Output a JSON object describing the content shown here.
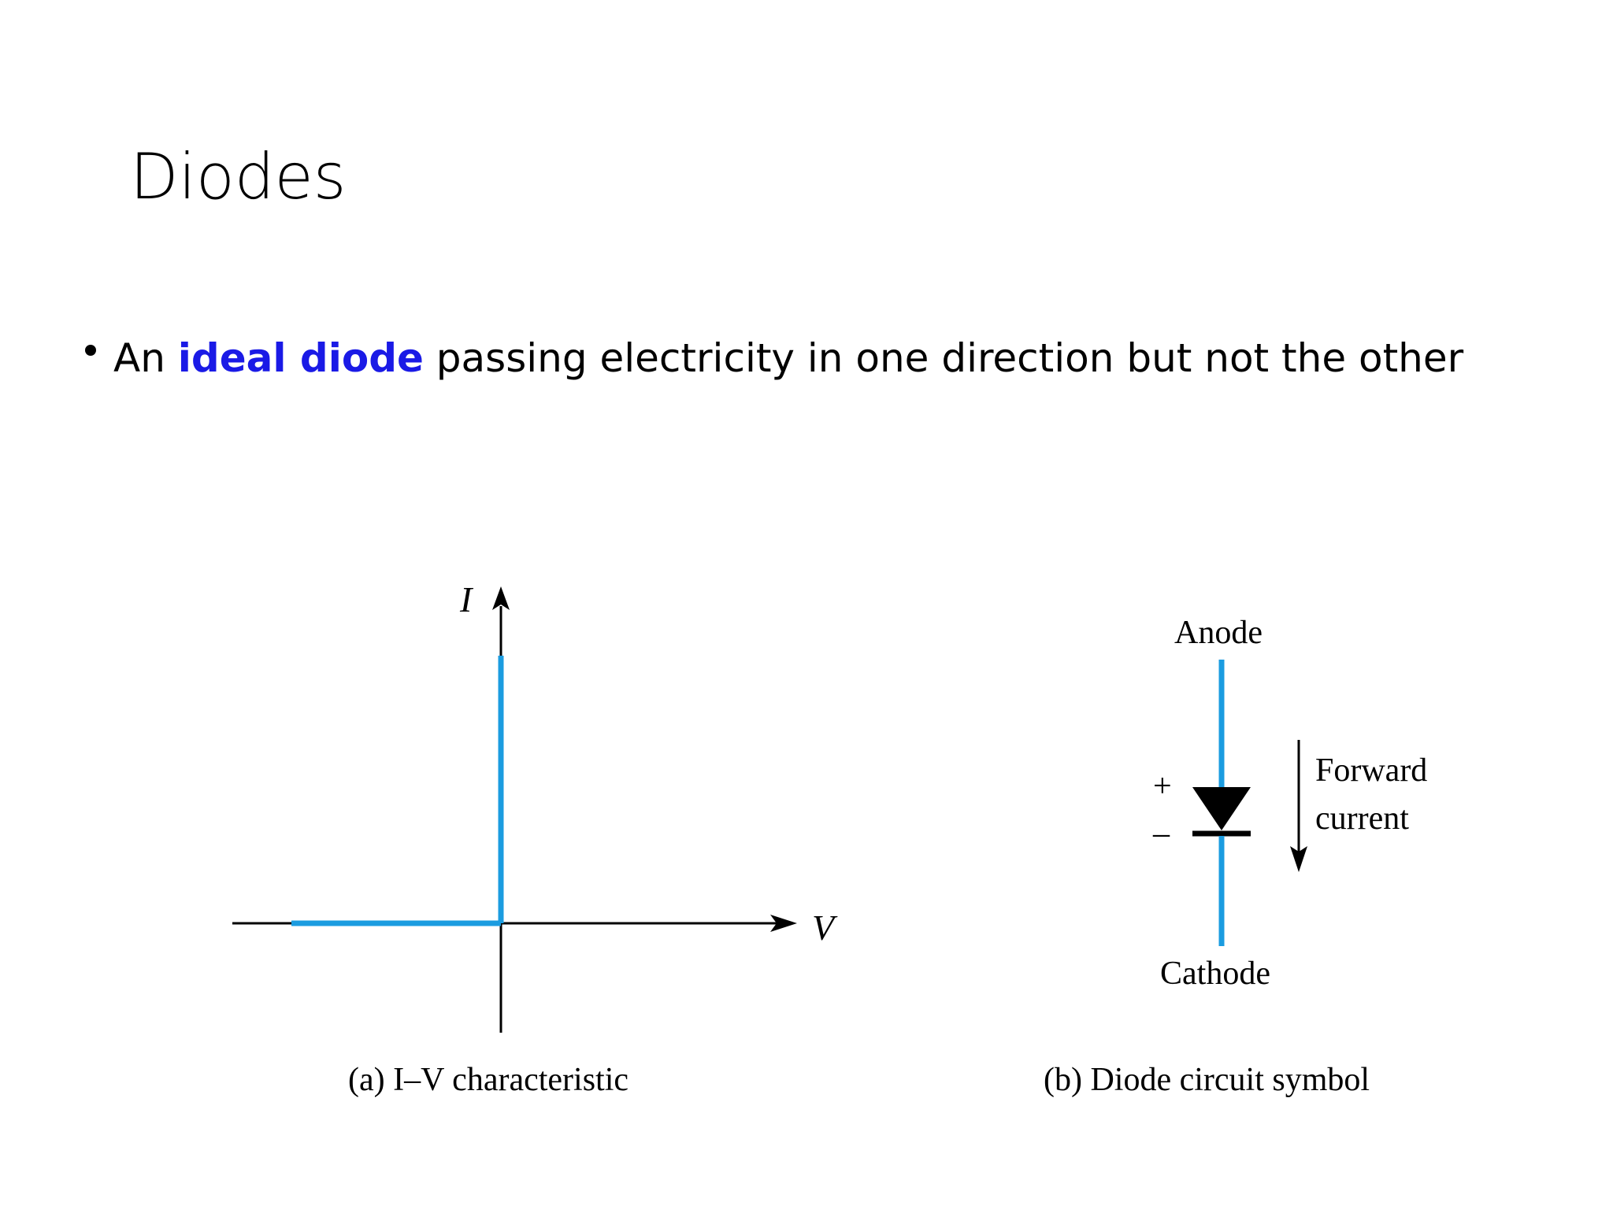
{
  "slide": {
    "title": "Diodes",
    "bullet": {
      "prefix": "An ",
      "highlight": "ideal diode",
      "suffix": " passing electricity in one direction but not the other"
    },
    "colors": {
      "highlight": "#1a1ae6",
      "trace": "#1b9ce0"
    }
  },
  "figure_a": {
    "y_axis_label": "I",
    "x_axis_label": "V",
    "caption": "(a) I–V characteristic"
  },
  "figure_b": {
    "anode_label": "Anode",
    "cathode_label": "Cathode",
    "plus_sign": "+",
    "minus_sign": "–",
    "forward_line1": "Forward",
    "forward_line2": "current",
    "caption": "(b) Diode circuit symbol",
    "icons": [
      "diode-triangle-icon",
      "down-arrow-icon"
    ]
  }
}
